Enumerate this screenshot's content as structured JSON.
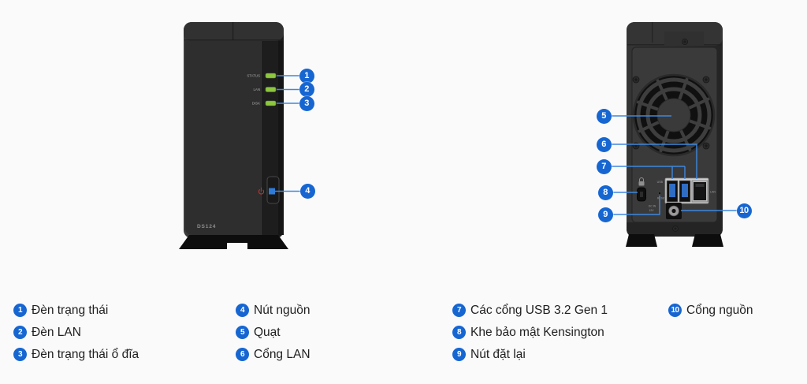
{
  "page": {
    "background": "#fafafa"
  },
  "colors": {
    "badge_blue": "#1666d2",
    "connector_blue": "#3f87de",
    "led_green": "#8dc63f",
    "power_red": "#b63434"
  },
  "front_view": {
    "model_label": "DS124",
    "led_labels": {
      "status": "STATUS",
      "lan": "LAN",
      "disk": "DISK"
    }
  },
  "back_view": {
    "labels": {
      "usb": "USB",
      "lan": "LAN",
      "reset": "RESET",
      "dc_line1": "DC IN",
      "dc_line2": "12V"
    }
  },
  "legend": {
    "items": [
      {
        "num": "1",
        "label": "Đèn trạng thái"
      },
      {
        "num": "2",
        "label": "Đèn LAN"
      },
      {
        "num": "3",
        "label": "Đèn trạng thái ổ đĩa"
      },
      {
        "num": "4",
        "label": "Nút nguồn"
      },
      {
        "num": "5",
        "label": "Quạt"
      },
      {
        "num": "6",
        "label": "Cổng LAN"
      },
      {
        "num": "7",
        "label": "Các cổng USB 3.2 Gen 1"
      },
      {
        "num": "8",
        "label": "Khe bảo mật Kensington"
      },
      {
        "num": "9",
        "label": "Nút đặt lại"
      },
      {
        "num": "10",
        "label": "Cổng nguồn"
      }
    ]
  }
}
